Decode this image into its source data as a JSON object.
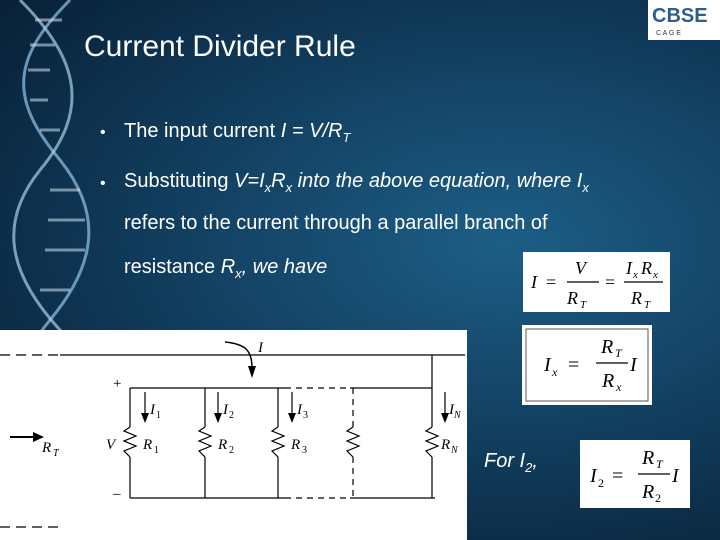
{
  "slide": {
    "title": "Current Divider Rule",
    "logo_text": "CBSE",
    "logo_sub": "C   A   G   E",
    "bullet1": {
      "text": "The input current ",
      "I": "I",
      "eq": " = V/R",
      "sub": "T"
    },
    "bullet2": {
      "line1_a": "Substituting ",
      "line1_b": "V=I",
      "line1_sub1": "x",
      "line1_c": "R",
      "line1_sub2": "x",
      "line1_d": " into the above equation, where I",
      "line1_sub3": "x",
      "line2": "refers to the current through a parallel branch of",
      "line3_a": "resistance ",
      "line3_b": "R",
      "line3_sub": "x",
      "line3_c": ", we have"
    },
    "for_label": "For I",
    "for_sub": "2",
    "for_comma": ","
  },
  "formulas": {
    "f1": {
      "I": "I",
      "eq": "=",
      "V": "V",
      "RT": "R",
      "T": "T",
      "IxRx_I": "I",
      "x1": "x",
      "R": "R",
      "x2": "x"
    },
    "f2": {
      "Ix": "I",
      "x": "x",
      "eq": "=",
      "RT": "R",
      "T": "T",
      "I": "I",
      "Rx": "R",
      "xs": "x"
    },
    "f3": {
      "I2": "I",
      "two": "2",
      "eq": "=",
      "RT": "R",
      "T": "T",
      "I": "I",
      "R2": "R",
      "twos": "2"
    }
  },
  "circuit": {
    "I": "I",
    "plus": "+",
    "minus": "–",
    "V": "V",
    "RT": "R",
    "RT_sub": "T",
    "branches": [
      {
        "I": "I",
        "Isub": "1",
        "R": "R",
        "Rsub": "1"
      },
      {
        "I": "I",
        "Isub": "2",
        "R": "R",
        "Rsub": "2"
      },
      {
        "I": "I",
        "Isub": "3",
        "R": "R",
        "Rsub": "3"
      },
      {
        "I": "I",
        "Isub": "N",
        "R": "R",
        "Rsub": "N"
      }
    ]
  }
}
